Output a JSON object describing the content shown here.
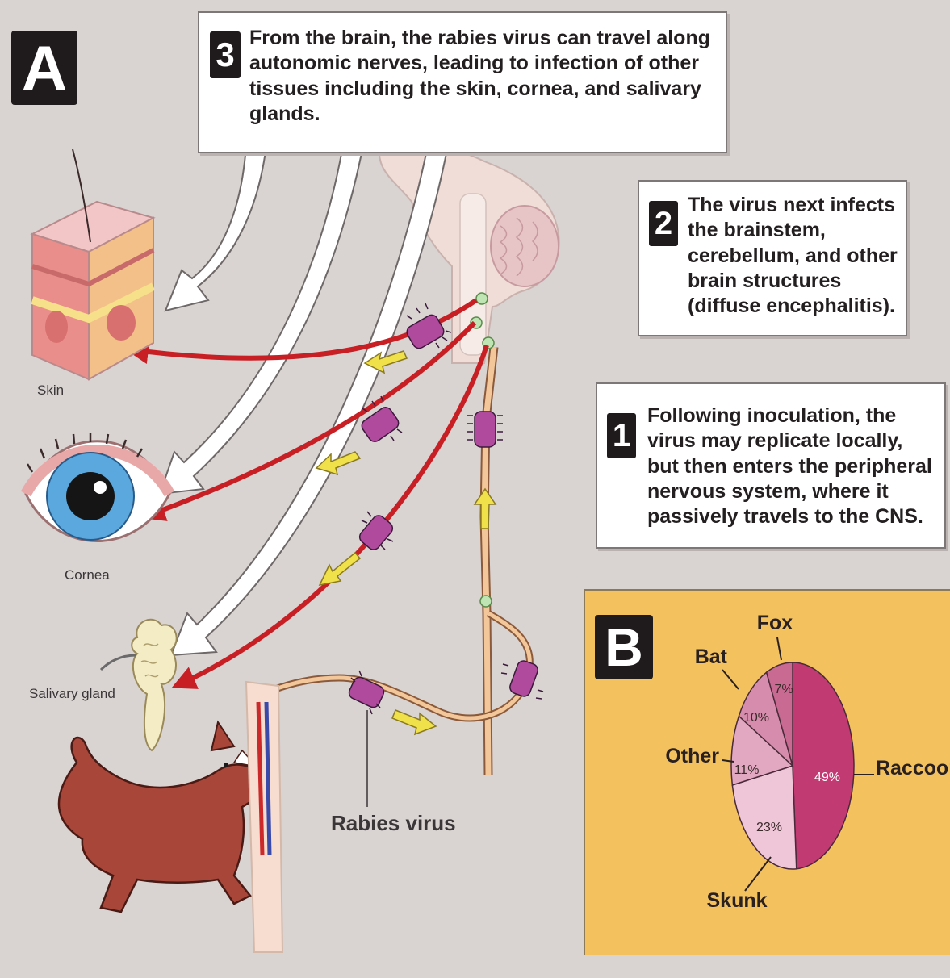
{
  "panel_a_letter": "A",
  "panel_b_letter": "B",
  "callouts": {
    "step3": {
      "number": "3",
      "text": "From the brain, the rabies virus can travel along autonomic nerves, leading to infection of other tissues including the skin, cornea, and salivary glands."
    },
    "step2": {
      "number": "2",
      "text": "The virus next infects the brainstem, cerebellum, and other brain structures (diffuse encephalitis)."
    },
    "step1": {
      "number": "1",
      "text": "Following inoculation, the virus may replicate locally, but then enters the peripheral nervous system, where it passively travels to the CNS."
    }
  },
  "labels": {
    "skin": "Skin",
    "cornea": "Cornea",
    "salivary_gland": "Salivary gland",
    "rabies_virus": "Rabies virus"
  },
  "colors": {
    "background": "#d9d3d2",
    "panel_b": "#f3c25e",
    "nerve_red": "#c81f24",
    "arrow_yellow": "#f0e04a",
    "virus_purple": "#b04a9c",
    "raccoon": "#c23a72",
    "fox": "#c86a92",
    "bat": "#d68cac",
    "other": "#e2a8c2",
    "skunk": "#efc6d8"
  },
  "chart_data": {
    "type": "pie",
    "slices": [
      {
        "label": "Raccoon",
        "value": 49,
        "value_label": "49%"
      },
      {
        "label": "Skunk",
        "value": 23,
        "value_label": "23%"
      },
      {
        "label": "Other",
        "value": 11,
        "value_label": "11%"
      },
      {
        "label": "Bat",
        "value": 10,
        "value_label": "10%"
      },
      {
        "label": "Fox",
        "value": 7,
        "value_label": "7%"
      }
    ]
  }
}
